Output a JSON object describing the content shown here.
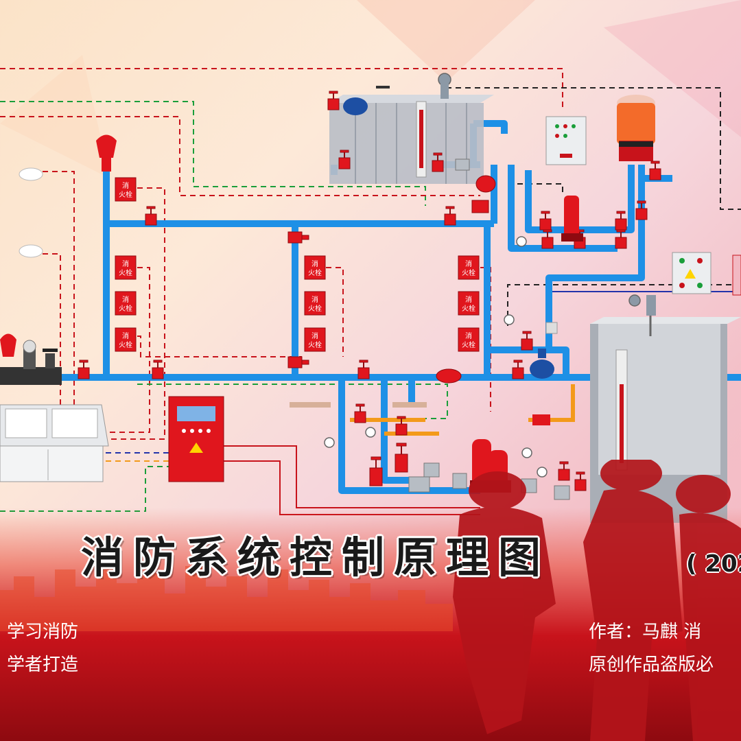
{
  "hydrant_label": "消火栓",
  "title": "消防系统控制原理图",
  "year_fragment": "( 202",
  "left_lines": [
    "学习消防",
    "学者打造"
  ],
  "author_line": "作者：马麒  消",
  "copyright_line": "原创作品盗版必",
  "colors": {
    "pipe": "#1e90e6",
    "red_equipment": "#e0161d",
    "signal_red": "#c8131b",
    "signal_green": "#1a9e3a",
    "signal_black": "#222222",
    "drain_orange": "#f39a1a",
    "tank": "#b8bcc4"
  },
  "icons": [
    "gate-valve-icon",
    "pressure-gauge-icon",
    "smoke-detector-icon",
    "alarm-bell-icon",
    "pump-icon",
    "level-sensor-icon",
    "air-release-valve-icon"
  ]
}
